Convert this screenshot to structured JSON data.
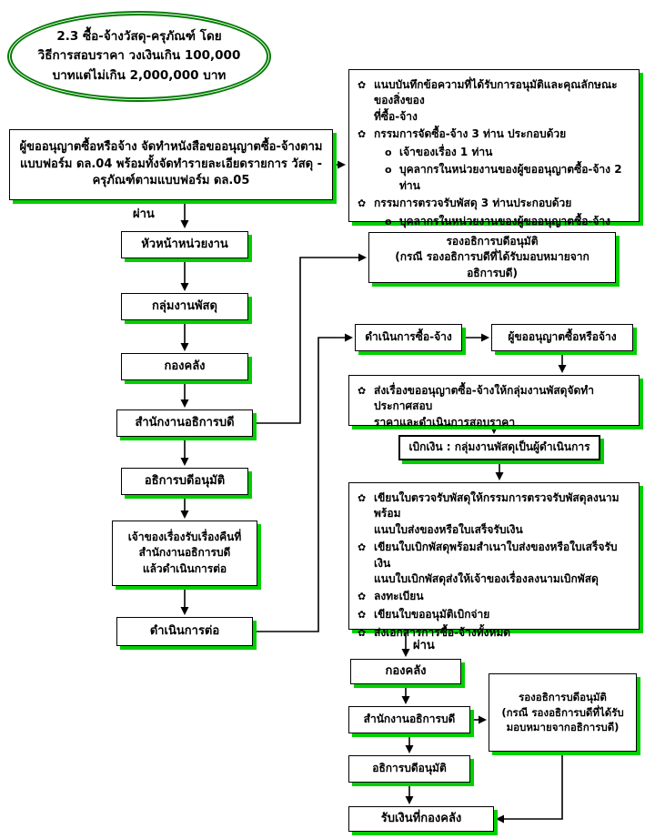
{
  "ellipse": {
    "text": "2.3 ซื้อ-จ้างวัสดุ-ครุภัณฑ์ โดย\nวิธีการสอบราคา วงเงินเกิน 100,000\nบาทแต่ไม่เกิน 2,000,000 บาท"
  },
  "requester_box": {
    "text": "ผู้ขออนุญาตซื้อหรือจ้าง จัดทำหนังสือขออนุญาตซื้อ-จ้างตาม\nแบบฟอร์ม ดล.04 พร้อมทั้งจัดทำรายละเอียดรายการ วัสดุ -\nครุภัณฑ์ตามแบบฟอร์ม ดล.05"
  },
  "icons": {
    "flower_bullet": "✿",
    "circle_bullet": "o"
  },
  "notes_box": {
    "items": [
      {
        "text": "แนบบันทึกข้อความที่ได้รับการอนุมัติและคุณลักษณะของสิ่งของ\nที่ซื้อ-จ้าง"
      },
      {
        "text": "กรรมการจัดซื้อ-จ้าง 3 ท่าน ประกอบด้วย"
      },
      {
        "text": "เจ้าของเรื่อง 1 ท่าน"
      },
      {
        "text": "บุคลากรในหน่วยงานของผู้ขออนุญาตซื้อ-จ้าง 2 ท่าน"
      },
      {
        "text": "กรรมการตรวจรับพัสดุ 3 ท่านประกอบด้วย"
      },
      {
        "text": "บุคลากรในหน่วยงานของผู้ขออนุญาตซื้อ-จ้าง"
      }
    ]
  },
  "labels": {
    "pass_top": "ผ่าน",
    "pass_bottom": "ผ่าน"
  },
  "left_flow": {
    "head_of_unit": "หัวหน้าหน่วยงาน",
    "supply_group": "กลุ่มงานพัสดุ",
    "finance_division": "กองคลัง",
    "president_office": "สำนักงานอธิการบดี",
    "president_approve": "อธิการบดีอนุมัติ",
    "owner_receives": "เจ้าของเรื่องรับเรื่องคืนที่\nสำนักงานอธิการบดี\nแล้วดำเนินการต่อ",
    "continue": "ดำเนินการต่อ"
  },
  "vice_president_top": {
    "text": "รองอธิการบดีอนุมัติ\n(กรณี รองอธิการบดีที่ได้รับมอบหมายจากอธิการบดี)"
  },
  "procurement": {
    "action": "ดำเนินการซื้อ-จ้าง",
    "requester": "ผู้ขออนุญาตซื้อหรือจ้าง",
    "send_note": "ส่งเรื่องขออนุญาตซื้อ-จ้างให้กลุ่มงานพัสดุจัดทำประกาศสอบ\nราคาและดำเนินการสอบราคา"
  },
  "disbursement": {
    "header": "เบิกเงิน : กลุ่มงานพัสดุเป็นผู้ดำเนินการ",
    "items": [
      {
        "text": "เขียนใบตรวจรับพัสดุให้กรรมการตรวจรับพัสดุลงนามพร้อม\nแนบใบส่งของหรือใบเสร็จรับเงิน"
      },
      {
        "text": "เขียนใบเบิกพัสดุพร้อมสำเนาใบส่งของหรือใบเสร็จรับเงิน\nแนบใบเบิกพัสดุส่งให้เจ้าของเรื่องลงนามเบิกพัสดุ"
      },
      {
        "text": "ลงทะเบียน"
      },
      {
        "text": "เขียนใบขออนุมัติเบิกจ่าย"
      },
      {
        "text": "ส่งเอกสารการซื้อ-จ้างทั้งหมด"
      }
    ]
  },
  "bottom_flow": {
    "finance_division": "กองคลัง",
    "president_office": "สำนักงานอธิการบดี",
    "president_approve": "อธิการบดีอนุมัติ",
    "receive_money": "รับเงินที่กองคลัง"
  },
  "vice_president_bottom": {
    "text": "รองอธิการบดีอนุมัติ\n(กรณี รองอธิการบดีที่ได้รับ\nมอบหมายจากอธิการบดี)"
  },
  "colors": {
    "shadow_green": "#00cf00",
    "ellipse_green": "#007a00"
  }
}
